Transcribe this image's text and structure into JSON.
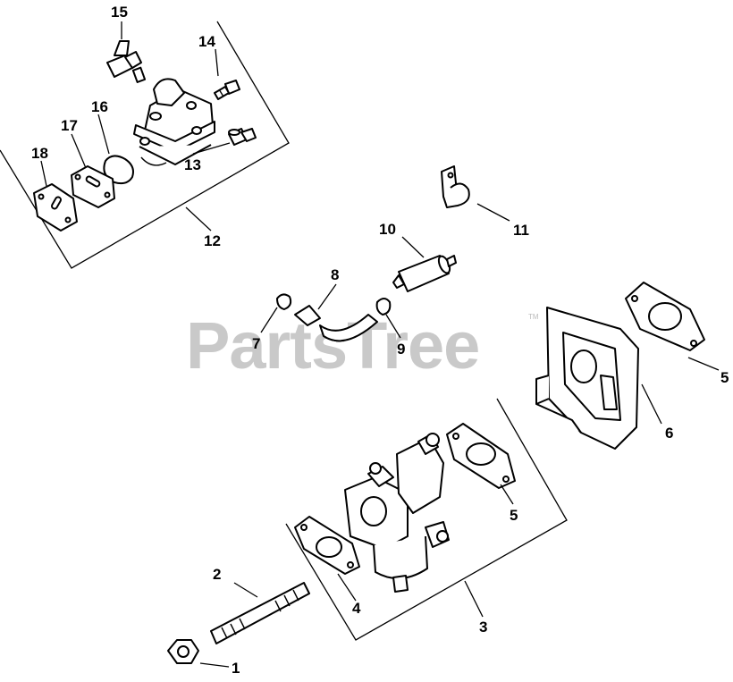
{
  "watermark": {
    "text": "PartsTree",
    "trademark": "TM",
    "color": "#c9c9c9"
  },
  "callouts": {
    "c1": "1",
    "c2": "2",
    "c3": "3",
    "c4": "4",
    "c5a": "5",
    "c5b": "5",
    "c6": "6",
    "c7": "7",
    "c8": "8",
    "c9": "9",
    "c10": "10",
    "c11": "11",
    "c12": "12",
    "c13": "13",
    "c14": "14",
    "c15": "15",
    "c16": "16",
    "c17": "17",
    "c18": "18"
  }
}
